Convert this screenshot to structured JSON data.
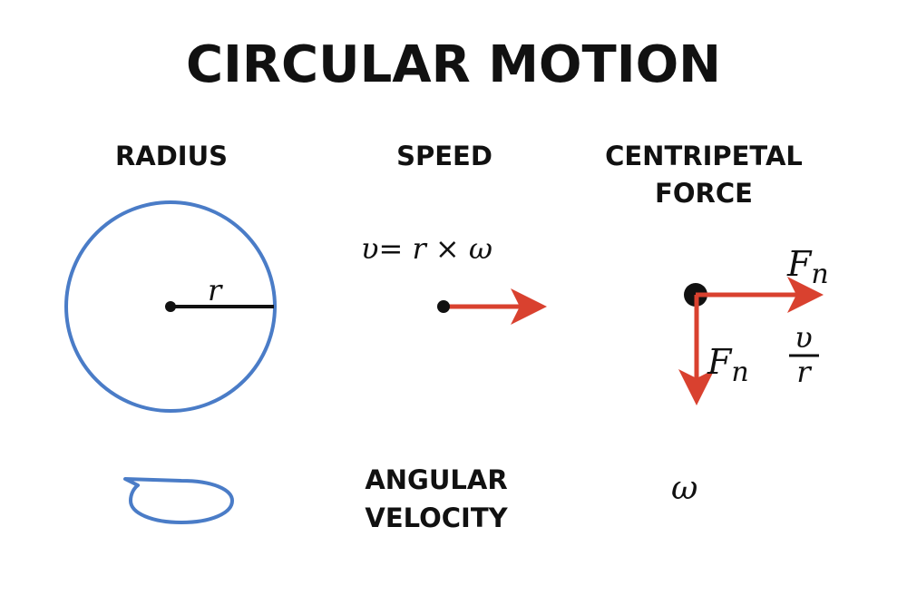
{
  "title": "CIRCULAR MOTION",
  "labels": {
    "radius": "RADIUS",
    "speed": "SPEED",
    "centripetal_line1": "CENTRIPETAL",
    "centripetal_line2": "FORCE",
    "angular_line1": "ANGULAR",
    "angular_line2": "VELOCITY"
  },
  "math": {
    "radius_symbol": "r",
    "speed_formula": "υ= r × ω",
    "force_horizontal_F": "F",
    "force_horizontal_sub": "n",
    "force_vertical_F": "F",
    "force_vertical_sub": "n",
    "fraction_numerator": "υ",
    "fraction_denominator": "r",
    "omega": "ω"
  },
  "colors": {
    "circle": "#4a7cc7",
    "arrow": "#d9412f",
    "text": "#111111"
  }
}
